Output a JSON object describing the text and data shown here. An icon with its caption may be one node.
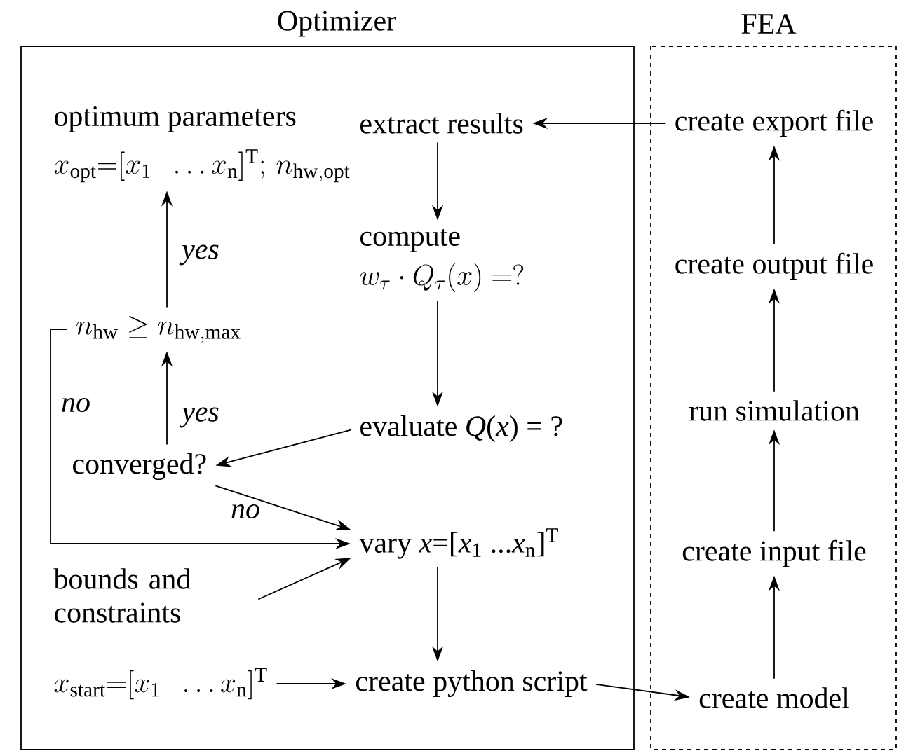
{
  "diagram": {
    "nodes": [
      {
        "text": [
          "Optimizer"
        ]
      },
      {
        "text": [
          "FEA"
        ]
      },
      {
        "text": [
          "optimum parameters",
          "x_{\\mathrm{opt}}{=}[x_{1}\\;\\;\\ldots x_{\\mathrm{n}}]^{\\mathrm{T}};\\, n_{\\mathrm{hw,opt}}"
        ],
        "in": 0
      },
      {
        "text": [
          "extract results"
        ],
        "in": 0
      },
      {
        "text": [
          "compute",
          "w_{\\tau}\\cdot Q_{\\tau}(x) = ?"
        ],
        "in": 0
      },
      {
        "text": [
          "n_{\\mathrm{hw}}\\geq n_{\\mathrm{hw,max}}"
        ],
        "in": 0
      },
      {
        "text": [
          "evaluate *Q*(*x*) = ?"
        ],
        "in": 0
      },
      {
        "text": [
          "converged?"
        ],
        "in": 0
      },
      {
        "text": [
          "vary *x*=[*x*$_{1}$ ...*x*$_{n}$]$^{T}$"
        ],
        "in": 0
      },
      {
        "text": [
          "bounds and constraints"
        ],
        "in": 0
      },
      {
        "text": [
          "x_{\\mathrm{start}}{=}[x_{1}\\;\\;\\ldots x_{\\mathrm{n}}]^{\\mathrm{T}}"
        ],
        "in": 0
      },
      {
        "text": [
          "create python script"
        ],
        "in": 0
      },
      {
        "text": [
          "create export file"
        ],
        "in": 1
      },
      {
        "text": [
          "create output file"
        ],
        "in": 1
      },
      {
        "text": [
          "run simulation"
        ],
        "in": 1
      },
      {
        "text": [
          "create input file"
        ],
        "in": 1
      },
      {
        "text": [
          "create model"
        ],
        "in": 1
      }
    ],
    "edges": [
      {
        "from": 12,
        "to": 3,
        "arrow": "to"
      },
      {
        "from": 3,
        "to": 4,
        "arrow": "to"
      },
      {
        "from": 4,
        "to": 6,
        "arrow": "to"
      },
      {
        "from": 6,
        "to": 7,
        "arrow": "to"
      },
      {
        "from": 7,
        "to": 5,
        "arrow": "to",
        "label": "yes"
      },
      {
        "from": 5,
        "to": 2,
        "arrow": "to",
        "label": "yes"
      },
      {
        "from": 7,
        "to": 8,
        "arrow": "to",
        "label": "no"
      },
      {
        "from": 5,
        "to": 8,
        "arrow": "to",
        "label": "no"
      },
      {
        "from": 9,
        "to": 8,
        "arrow": "to"
      },
      {
        "from": 8,
        "to": 11,
        "arrow": "to"
      },
      {
        "from": 10,
        "to": 11,
        "arrow": "to"
      },
      {
        "from": 11,
        "to": 16,
        "arrow": "to"
      },
      {
        "from": 16,
        "to": 15,
        "arrow": "to"
      },
      {
        "from": 15,
        "to": 14,
        "arrow": "to"
      },
      {
        "from": 14,
        "to": 13,
        "arrow": "to"
      },
      {
        "from": 13,
        "to": 12,
        "arrow": "to"
      }
    ]
  }
}
